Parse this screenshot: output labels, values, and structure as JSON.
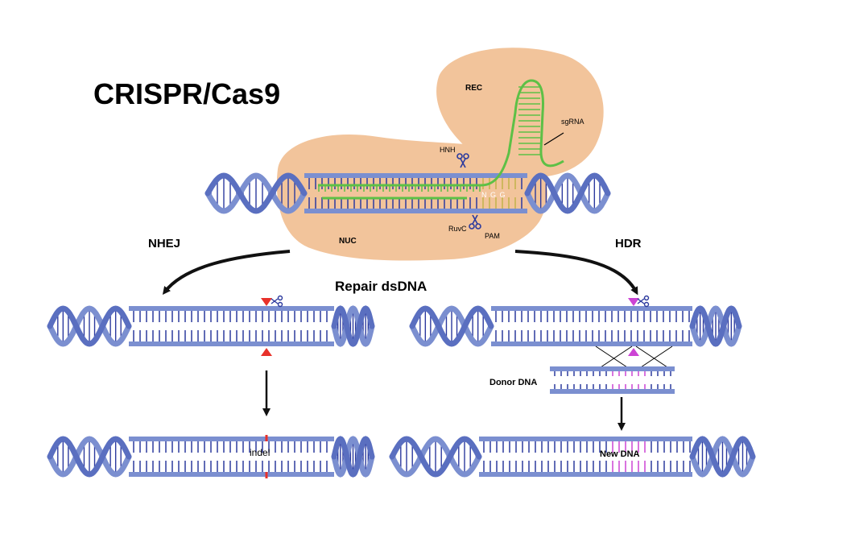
{
  "title": "CRISPR/Cas9",
  "protein_labels": {
    "rec": "REC",
    "nuc": "NUC",
    "hnh": "HNH",
    "ruvc": "RuvC",
    "pam": "PAM",
    "sgrna": "sgRNA",
    "ngg": "N G G"
  },
  "pathways": {
    "nhej": "NHEJ",
    "hdr": "HDR",
    "repair": "Repair dsDNA"
  },
  "labels": {
    "indel": "indel",
    "donor": "Donor DNA",
    "new_dna": "New DNA"
  },
  "colors": {
    "protein": "#f2c49b",
    "backbone": "#7b8fd0",
    "rungs": "#2c3a9e",
    "sgrna": "#5dc046",
    "pam": "#c2b34a",
    "cut_red": "#e8312a",
    "hdr_magenta": "#cc44d4",
    "arrow": "#111111"
  }
}
